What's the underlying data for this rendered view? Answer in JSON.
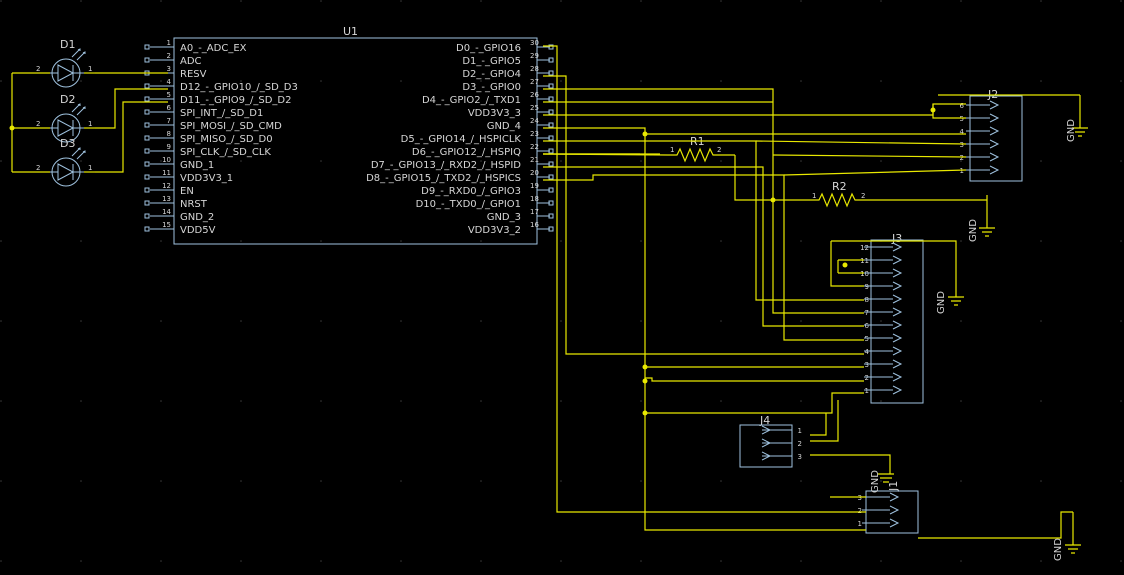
{
  "colors": {
    "background": "#000000",
    "symbol": "#9fc2df",
    "wire": "#e8e800",
    "text": "#d6d6d6",
    "grid": "#3a3a3a"
  },
  "u1": {
    "ref": "U1",
    "left_pins": [
      {
        "num": "1",
        "name": "A0_-_ADC_EX"
      },
      {
        "num": "2",
        "name": "ADC"
      },
      {
        "num": "3",
        "name": "RESV"
      },
      {
        "num": "4",
        "name": "D12_-_GPIO10_/_SD_D3"
      },
      {
        "num": "5",
        "name": "D11_-_GPIO9_/_SD_D2"
      },
      {
        "num": "6",
        "name": "SPI_INT_/_SD_D1"
      },
      {
        "num": "7",
        "name": "SPI_MOSI_/_SD_CMD"
      },
      {
        "num": "8",
        "name": "SPI_MISO_/_SD_D0"
      },
      {
        "num": "9",
        "name": "SPI_CLK_/_SD_CLK"
      },
      {
        "num": "10",
        "name": "GND_1"
      },
      {
        "num": "11",
        "name": "VDD3V3_1"
      },
      {
        "num": "12",
        "name": "EN"
      },
      {
        "num": "13",
        "name": "NRST"
      },
      {
        "num": "14",
        "name": "GND_2"
      },
      {
        "num": "15",
        "name": "VDD5V"
      }
    ],
    "right_pins": [
      {
        "num": "30",
        "name": "D0_-_GPIO16"
      },
      {
        "num": "29",
        "name": "D1_-_GPIO5"
      },
      {
        "num": "28",
        "name": "D2_-_GPIO4"
      },
      {
        "num": "27",
        "name": "D3_-_GPIO0"
      },
      {
        "num": "26",
        "name": "D4_-_GPIO2_/_TXD1"
      },
      {
        "num": "25",
        "name": "VDD3V3_3"
      },
      {
        "num": "24",
        "name": "GND_4"
      },
      {
        "num": "23",
        "name": "D5_-_GPIO14_/_HSPICLK"
      },
      {
        "num": "22",
        "name": "D6_-_GPIO12_/_HSPIQ"
      },
      {
        "num": "21",
        "name": "D7_-_GPIO13_/_RXD2_/_HSPID"
      },
      {
        "num": "20",
        "name": "D8_-_GPIO15_/_TXD2_/_HSPICS"
      },
      {
        "num": "19",
        "name": "D9_-_RXD0_/_GPIO3"
      },
      {
        "num": "18",
        "name": "D10_-_TXD0_/_GPIO1"
      },
      {
        "num": "17",
        "name": "GND_3"
      },
      {
        "num": "16",
        "name": "VDD3V3_2"
      }
    ]
  },
  "leds": [
    {
      "ref": "D1",
      "pin_left": "2",
      "pin_right": "1"
    },
    {
      "ref": "D2",
      "pin_left": "2",
      "pin_right": "1"
    },
    {
      "ref": "D3",
      "pin_left": "2",
      "pin_right": "1"
    }
  ],
  "resistors": [
    {
      "ref": "R1",
      "pin_left": "1",
      "pin_right": "2"
    },
    {
      "ref": "R2",
      "pin_left": "1",
      "pin_right": "2"
    }
  ],
  "connectors": {
    "j2": {
      "ref": "J2",
      "pins": [
        "6",
        "5",
        "4",
        "3",
        "2",
        "1"
      ]
    },
    "j3": {
      "ref": "J3",
      "pins": [
        "12",
        "11",
        "10",
        "9",
        "8",
        "7",
        "6",
        "5",
        "4",
        "3",
        "2",
        "1"
      ]
    },
    "j4": {
      "ref": "J4",
      "pins": [
        "1",
        "2",
        "3"
      ]
    },
    "j1": {
      "ref": "J1",
      "pins": [
        "3",
        "2",
        "1"
      ]
    }
  },
  "gnd_label": "GND"
}
